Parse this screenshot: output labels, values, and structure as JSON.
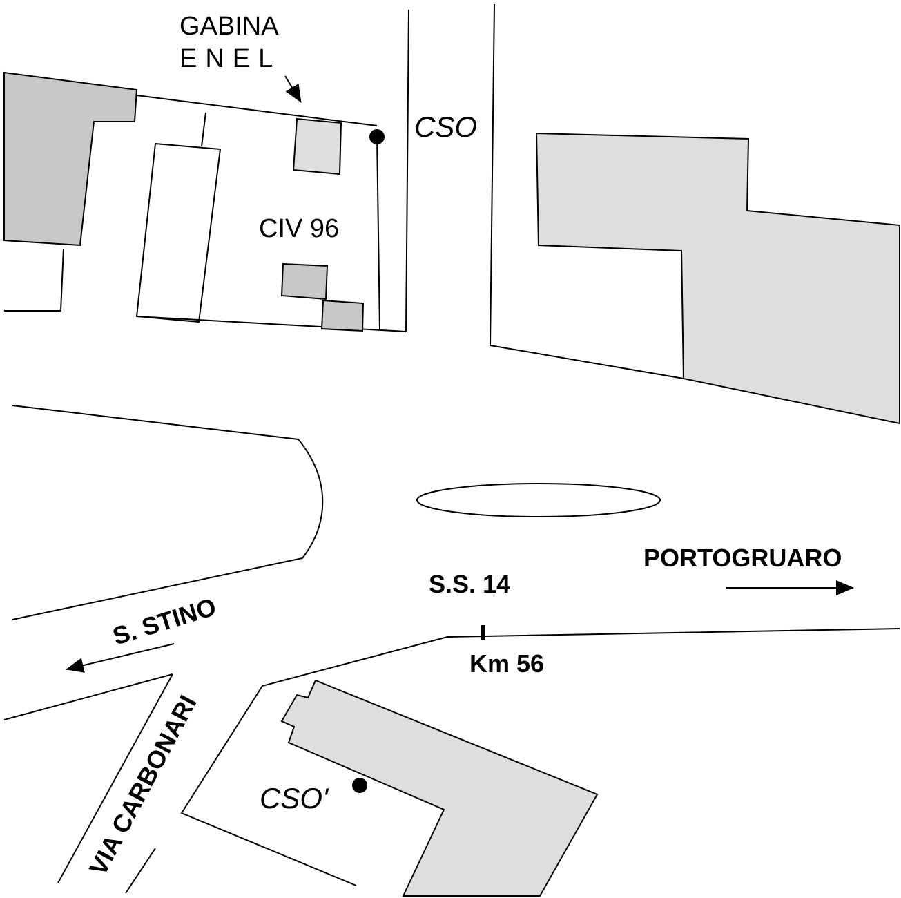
{
  "labels": {
    "gabina_line1": "GABINA",
    "gabina_line2": "ENEL",
    "cso": "CSO",
    "civ": "CIV 96",
    "portogruaro": "PORTOGRUARO",
    "ss14": "S.S. 14",
    "km": "Km 56",
    "s_stino": "S. STINO",
    "via_carbonari": "VIA CARBONARI",
    "cso_prime": "CSO'"
  },
  "colors": {
    "building_dark": "#c8c8c8",
    "building_light": "#dedede",
    "ink": "#000000"
  }
}
